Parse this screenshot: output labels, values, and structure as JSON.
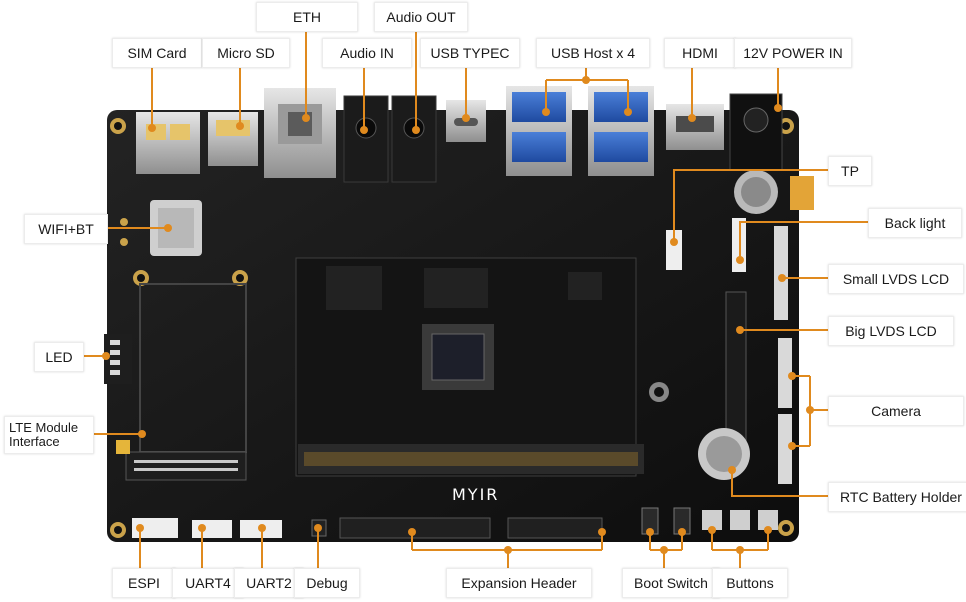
{
  "labels": {
    "eth": "ETH",
    "audio_out": "Audio OUT",
    "sim_card": "SIM Card",
    "micro_sd": "Micro SD",
    "audio_in": "Audio IN",
    "usb_typec": "USB TYPEC",
    "usb_host": "USB Host x 4",
    "hdmi": "HDMI",
    "power_in": "12V POWER IN",
    "tp": "TP",
    "back_light": "Back light",
    "small_lvds": "Small LVDS LCD",
    "big_lvds": "Big LVDS LCD",
    "camera": "Camera",
    "rtc_battery": "RTC Battery Holder",
    "wifi_bt": "WIFI+BT",
    "led": "LED",
    "lte_line1": "LTE Module",
    "lte_line2": "Interface",
    "espi": "ESPI",
    "uart4": "UART4",
    "uart2": "UART2",
    "debug": "Debug",
    "expansion_header": "Expansion Header",
    "boot_switch": "Boot Switch",
    "buttons": "Buttons"
  },
  "board_silkscreen": {
    "brand": "MYIR"
  },
  "colors": {
    "pcb": "#151515",
    "leader": "#e08a1e",
    "label_border": "#ececec",
    "connector_silver": "#c9c9c9",
    "gold": "#c8a13a",
    "white_connector": "#eeeeee"
  }
}
